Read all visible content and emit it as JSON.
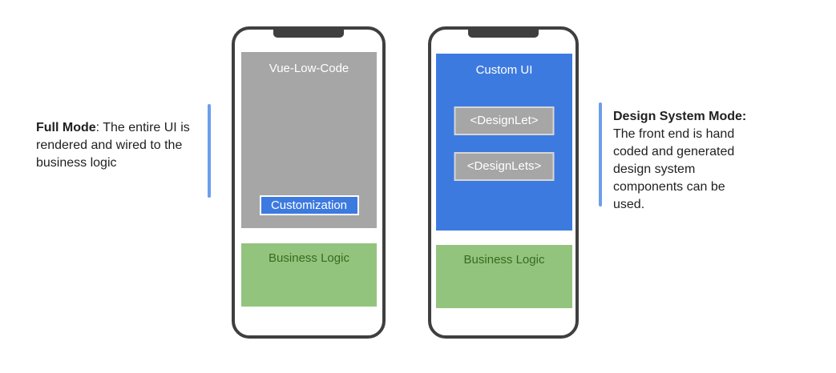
{
  "notes": {
    "left": {
      "title": "Full Mode",
      "body": ": The entire UI is rendered and wired to the business logic"
    },
    "right": {
      "title": "Design System Mode:",
      "body": "The front end is hand coded and generated design system components can be used."
    }
  },
  "phones": {
    "left": {
      "ui_label": "Vue-Low-Code",
      "customization_label": "Customization",
      "logic_label": "Business Logic"
    },
    "right": {
      "ui_label": "Custom UI",
      "designlets": [
        "<DesignLet>",
        "<DesignLets>"
      ],
      "logic_label": "Business Logic"
    }
  },
  "colors": {
    "accent-blue": "#3d7ae0",
    "bar-blue": "#6d9eeb",
    "box-gray": "#a6a6a6",
    "box-green": "#93c47d",
    "frame-dark": "#3f3f3f",
    "logic-text": "#3a6a20",
    "note-text": "#1f1f1f",
    "designlet-border": "#d6d6d6"
  }
}
